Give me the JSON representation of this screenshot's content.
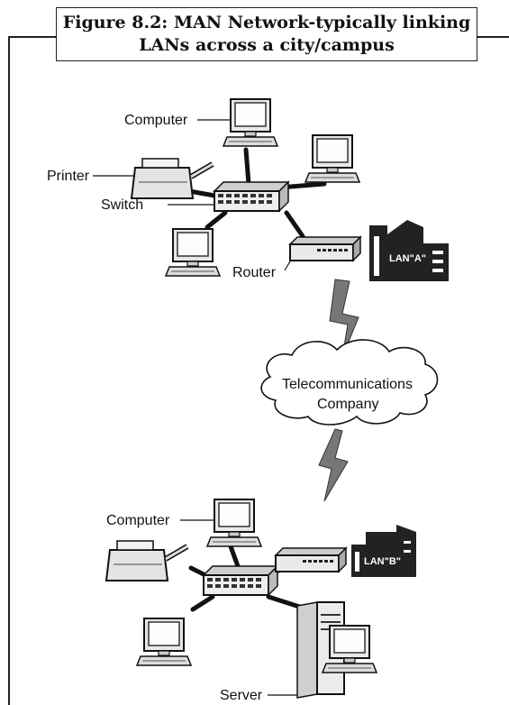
{
  "figure": {
    "title_line1": "Figure 8.2: MAN Network-typically linking",
    "title_line2": "LANs across a city/campus"
  },
  "lan_a": {
    "computer_label": "Computer",
    "printer_label": "Printer",
    "switch_label": "Switch",
    "router_label": "Router",
    "building_label": "LAN\"A\""
  },
  "telecom": {
    "line1": "Telecommunications",
    "line2": "Company"
  },
  "lan_b": {
    "computer_label": "Computer",
    "server_label": "Server",
    "building_label": "LAN\"B\""
  }
}
